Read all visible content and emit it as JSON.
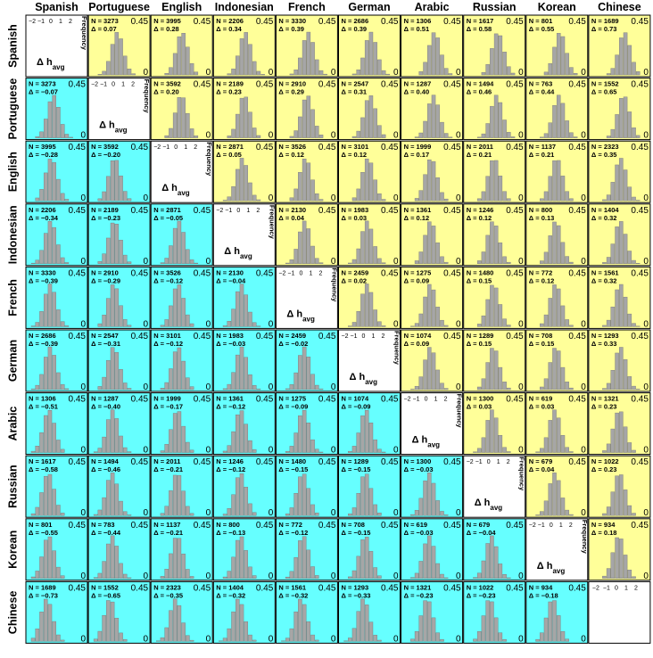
{
  "chart_data": {
    "type": "bar",
    "languages": [
      "Spanish",
      "Portuguese",
      "English",
      "Indonesian",
      "French",
      "German",
      "Arabic",
      "Russian",
      "Korean",
      "Chinese"
    ],
    "n_prefix": "N = ",
    "delta_prefix": "Δ = ",
    "y_max_label": "0.45",
    "y_min_label": "0",
    "x_ticks": [
      "−2",
      "−1",
      "0",
      "1",
      "2"
    ],
    "diagonal_xlabel": "Δ h",
    "diagonal_xlabel_sub": "avg",
    "diagonal_ylabel": "Frequency",
    "colors": {
      "upper": "#ffff99",
      "lower": "#66ffff",
      "diagonal": "#ffffff",
      "bar": "#a6a6a6",
      "bar_edge": "#777777"
    },
    "pairs": [
      {
        "row": 0,
        "col": 1,
        "n": "3273",
        "delta": "0.07"
      },
      {
        "row": 0,
        "col": 2,
        "n": "3995",
        "delta": "0.28"
      },
      {
        "row": 0,
        "col": 3,
        "n": "2206",
        "delta": "0.34"
      },
      {
        "row": 0,
        "col": 4,
        "n": "3330",
        "delta": "0.39"
      },
      {
        "row": 0,
        "col": 5,
        "n": "2686",
        "delta": "0.39"
      },
      {
        "row": 0,
        "col": 6,
        "n": "1306",
        "delta": "0.51"
      },
      {
        "row": 0,
        "col": 7,
        "n": "1617",
        "delta": "0.58"
      },
      {
        "row": 0,
        "col": 8,
        "n": "801",
        "delta": "0.55"
      },
      {
        "row": 0,
        "col": 9,
        "n": "1689",
        "delta": "0.73"
      },
      {
        "row": 1,
        "col": 2,
        "n": "3592",
        "delta": "0.20"
      },
      {
        "row": 1,
        "col": 3,
        "n": "2189",
        "delta": "0.23"
      },
      {
        "row": 1,
        "col": 4,
        "n": "2910",
        "delta": "0.29"
      },
      {
        "row": 1,
        "col": 5,
        "n": "2547",
        "delta": "0.31"
      },
      {
        "row": 1,
        "col": 6,
        "n": "1287",
        "delta": "0.40"
      },
      {
        "row": 1,
        "col": 7,
        "n": "1494",
        "delta": "0.46"
      },
      {
        "row": 1,
        "col": 8,
        "n": "763",
        "delta": "0.44"
      },
      {
        "row": 1,
        "col": 9,
        "n": "1552",
        "delta": "0.65"
      },
      {
        "row": 2,
        "col": 3,
        "n": "2871",
        "delta": "0.05"
      },
      {
        "row": 2,
        "col": 4,
        "n": "3526",
        "delta": "0.12"
      },
      {
        "row": 2,
        "col": 5,
        "n": "3101",
        "delta": "0.12"
      },
      {
        "row": 2,
        "col": 6,
        "n": "1999",
        "delta": "0.17"
      },
      {
        "row": 2,
        "col": 7,
        "n": "2011",
        "delta": "0.21"
      },
      {
        "row": 2,
        "col": 8,
        "n": "1137",
        "delta": "0.21"
      },
      {
        "row": 2,
        "col": 9,
        "n": "2323",
        "delta": "0.35"
      },
      {
        "row": 3,
        "col": 4,
        "n": "2130",
        "delta": "0.04"
      },
      {
        "row": 3,
        "col": 5,
        "n": "1983",
        "delta": "0.03"
      },
      {
        "row": 3,
        "col": 6,
        "n": "1361",
        "delta": "0.12"
      },
      {
        "row": 3,
        "col": 7,
        "n": "1246",
        "delta": "0.12"
      },
      {
        "row": 3,
        "col": 8,
        "n": "800",
        "delta": "0.13"
      },
      {
        "row": 3,
        "col": 9,
        "n": "1404",
        "delta": "0.32"
      },
      {
        "row": 4,
        "col": 5,
        "n": "2459",
        "delta": "0.02"
      },
      {
        "row": 4,
        "col": 6,
        "n": "1275",
        "delta": "0.09"
      },
      {
        "row": 4,
        "col": 7,
        "n": "1480",
        "delta": "0.15"
      },
      {
        "row": 4,
        "col": 8,
        "n": "772",
        "delta": "0.12"
      },
      {
        "row": 4,
        "col": 9,
        "n": "1561",
        "delta": "0.32"
      },
      {
        "row": 5,
        "col": 6,
        "n": "1074",
        "delta": "0.09"
      },
      {
        "row": 5,
        "col": 7,
        "n": "1289",
        "delta": "0.15"
      },
      {
        "row": 5,
        "col": 8,
        "n": "708",
        "delta": "0.15"
      },
      {
        "row": 5,
        "col": 9,
        "n": "1293",
        "delta": "0.33"
      },
      {
        "row": 6,
        "col": 7,
        "n": "1300",
        "delta": "0.03"
      },
      {
        "row": 6,
        "col": 8,
        "n": "619",
        "delta": "0.03"
      },
      {
        "row": 6,
        "col": 9,
        "n": "1321",
        "delta": "0.23"
      },
      {
        "row": 7,
        "col": 8,
        "n": "679",
        "delta": "0.04"
      },
      {
        "row": 7,
        "col": 9,
        "n": "1022",
        "delta": "0.23"
      },
      {
        "row": 8,
        "col": 9,
        "n": "934",
        "delta": "0.18"
      },
      {
        "row": 1,
        "col": 0,
        "n": "3273",
        "delta": "−0.07"
      },
      {
        "row": 2,
        "col": 0,
        "n": "3995",
        "delta": "−0.28"
      },
      {
        "row": 3,
        "col": 0,
        "n": "2206",
        "delta": "−0.34"
      },
      {
        "row": 4,
        "col": 0,
        "n": "3330",
        "delta": "−0.39"
      },
      {
        "row": 5,
        "col": 0,
        "n": "2686",
        "delta": "−0.39"
      },
      {
        "row": 6,
        "col": 0,
        "n": "1306",
        "delta": "−0.51"
      },
      {
        "row": 7,
        "col": 0,
        "n": "1617",
        "delta": "−0.58"
      },
      {
        "row": 8,
        "col": 0,
        "n": "801",
        "delta": "−0.55"
      },
      {
        "row": 9,
        "col": 0,
        "n": "1689",
        "delta": "−0.73"
      },
      {
        "row": 2,
        "col": 1,
        "n": "3592",
        "delta": "−0.20"
      },
      {
        "row": 3,
        "col": 1,
        "n": "2189",
        "delta": "−0.23"
      },
      {
        "row": 4,
        "col": 1,
        "n": "2910",
        "delta": "−0.29"
      },
      {
        "row": 5,
        "col": 1,
        "n": "2547",
        "delta": "−0.31"
      },
      {
        "row": 6,
        "col": 1,
        "n": "1287",
        "delta": "−0.40"
      },
      {
        "row": 7,
        "col": 1,
        "n": "1494",
        "delta": "−0.46"
      },
      {
        "row": 8,
        "col": 1,
        "n": "783",
        "delta": "−0.44"
      },
      {
        "row": 9,
        "col": 1,
        "n": "1552",
        "delta": "−0.65"
      },
      {
        "row": 3,
        "col": 2,
        "n": "2871",
        "delta": "−0.05"
      },
      {
        "row": 4,
        "col": 2,
        "n": "3526",
        "delta": "−0.12"
      },
      {
        "row": 5,
        "col": 2,
        "n": "3101",
        "delta": "−0.12"
      },
      {
        "row": 6,
        "col": 2,
        "n": "1999",
        "delta": "−0.17"
      },
      {
        "row": 7,
        "col": 2,
        "n": "2011",
        "delta": "−0.21"
      },
      {
        "row": 8,
        "col": 2,
        "n": "1137",
        "delta": "−0.21"
      },
      {
        "row": 9,
        "col": 2,
        "n": "2323",
        "delta": "−0.35"
      },
      {
        "row": 4,
        "col": 3,
        "n": "2130",
        "delta": "−0.04"
      },
      {
        "row": 5,
        "col": 3,
        "n": "1983",
        "delta": "−0.03"
      },
      {
        "row": 6,
        "col": 3,
        "n": "1361",
        "delta": "−0.12"
      },
      {
        "row": 7,
        "col": 3,
        "n": "1246",
        "delta": "−0.12"
      },
      {
        "row": 8,
        "col": 3,
        "n": "800",
        "delta": "−0.13"
      },
      {
        "row": 9,
        "col": 3,
        "n": "1404",
        "delta": "−0.32"
      },
      {
        "row": 5,
        "col": 4,
        "n": "2459",
        "delta": "−0.02"
      },
      {
        "row": 6,
        "col": 4,
        "n": "1275",
        "delta": "−0.09"
      },
      {
        "row": 7,
        "col": 4,
        "n": "1480",
        "delta": "−0.15"
      },
      {
        "row": 8,
        "col": 4,
        "n": "772",
        "delta": "−0.12"
      },
      {
        "row": 9,
        "col": 4,
        "n": "1561",
        "delta": "−0.32"
      },
      {
        "row": 6,
        "col": 5,
        "n": "1074",
        "delta": "−0.09"
      },
      {
        "row": 7,
        "col": 5,
        "n": "1289",
        "delta": "−0.15"
      },
      {
        "row": 8,
        "col": 5,
        "n": "708",
        "delta": "−0.15"
      },
      {
        "row": 9,
        "col": 5,
        "n": "1293",
        "delta": "−0.33"
      },
      {
        "row": 7,
        "col": 6,
        "n": "1300",
        "delta": "−0.03"
      },
      {
        "row": 8,
        "col": 6,
        "n": "619",
        "delta": "−0.03"
      },
      {
        "row": 9,
        "col": 6,
        "n": "1321",
        "delta": "−0.23"
      },
      {
        "row": 8,
        "col": 7,
        "n": "679",
        "delta": "−0.04"
      },
      {
        "row": 9,
        "col": 7,
        "n": "1022",
        "delta": "−0.23"
      },
      {
        "row": 9,
        "col": 8,
        "n": "934",
        "delta": "−0.18"
      }
    ]
  }
}
